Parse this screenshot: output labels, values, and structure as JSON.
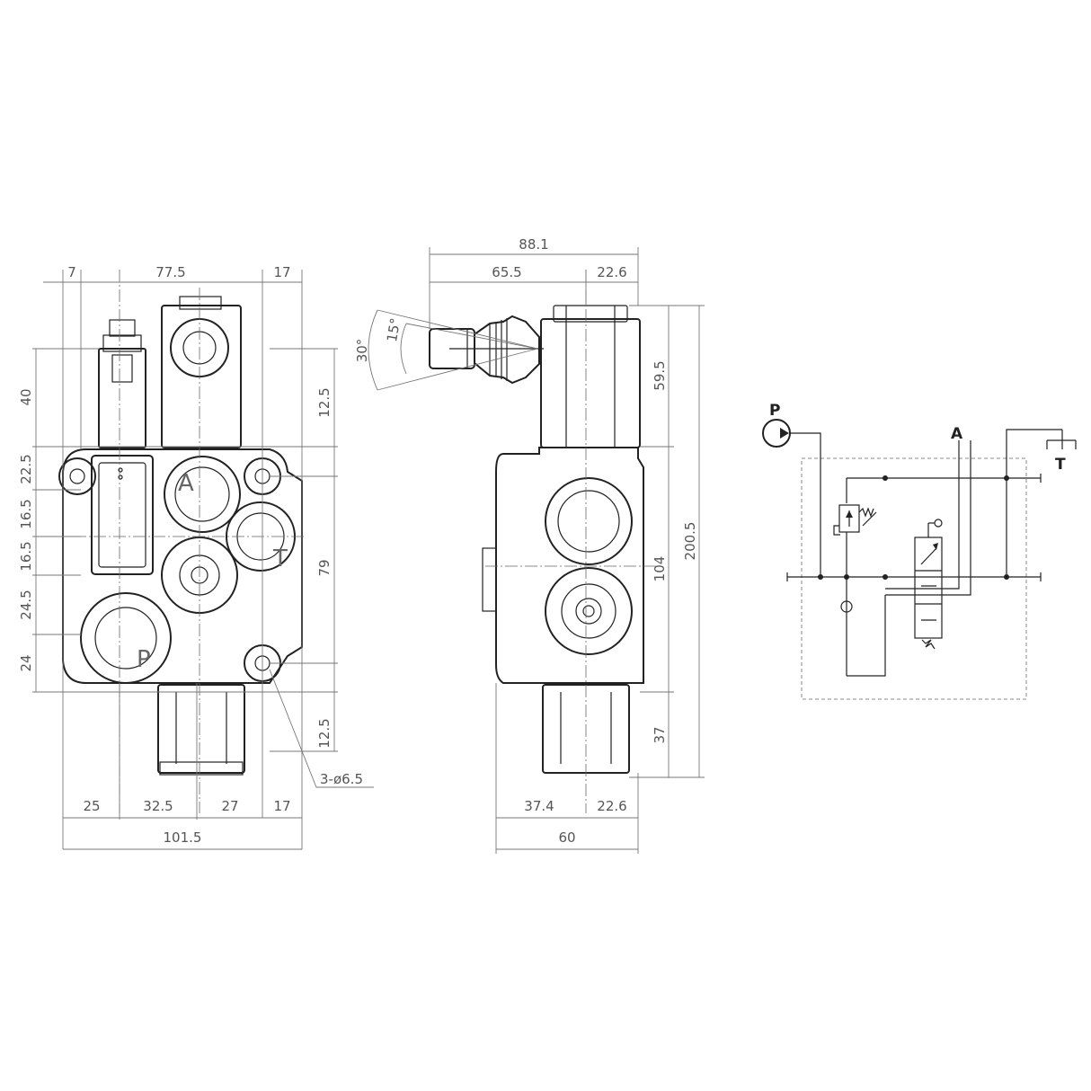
{
  "front_view": {
    "top_dims": [
      "7",
      "77.5",
      "17"
    ],
    "bottom_dims": [
      "25",
      "32.5",
      "27",
      "17"
    ],
    "overall_width": "101.5",
    "left_dims": [
      "40",
      "22.5",
      "16.5",
      "16.5",
      "24.5",
      "24"
    ],
    "right_dims": [
      "12.5",
      "79",
      "12.5"
    ],
    "hole_callout": "3-ø6.5",
    "port_labels": [
      "A",
      "T",
      "P"
    ]
  },
  "side_view": {
    "top_overall": "88.1",
    "top_dims": [
      "65.5",
      "22.6"
    ],
    "angles": [
      "30°",
      "15°"
    ],
    "right_dims": [
      "59.5",
      "104",
      "37"
    ],
    "overall_height": "200.5",
    "bottom_dims": [
      "37.4",
      "22.6"
    ],
    "overall_width": "60"
  },
  "schematic": {
    "labels": [
      "P",
      "A",
      "T"
    ]
  },
  "colors": {
    "outline": "#222222",
    "dimension": "#777777",
    "text": "#555555"
  }
}
